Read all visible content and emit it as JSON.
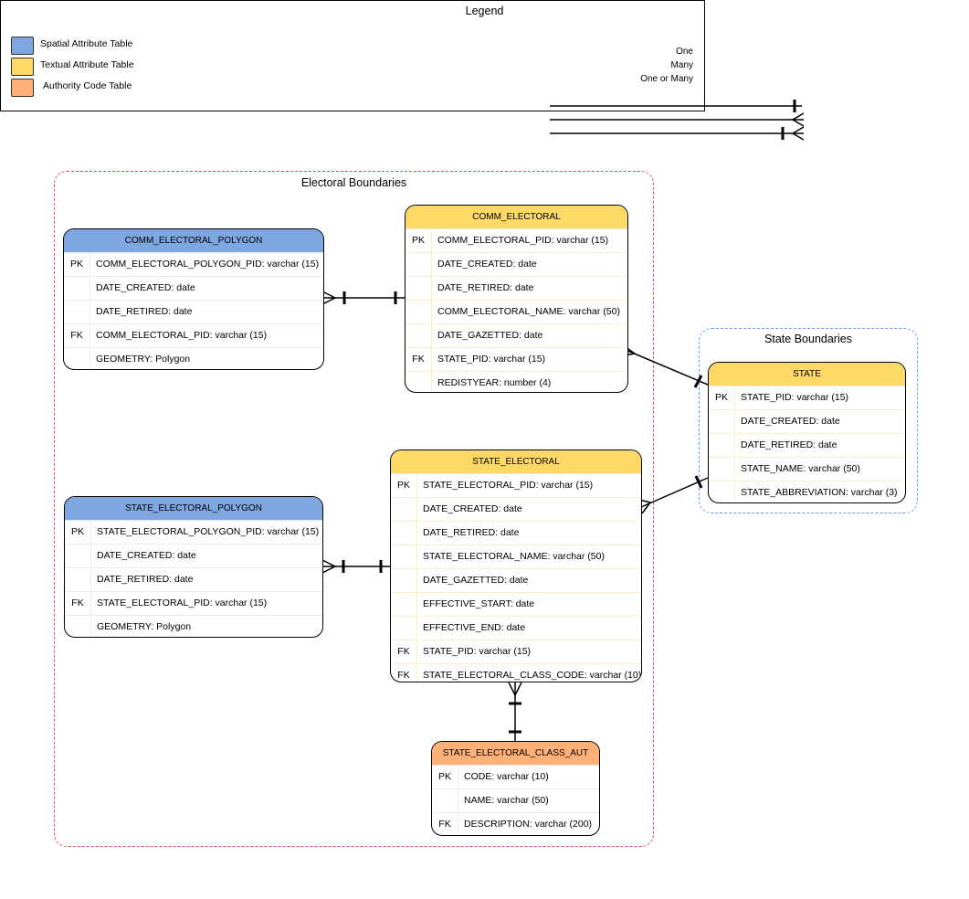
{
  "legend": {
    "title": "Legend",
    "items": [
      {
        "label": "Spatial Attribute Table",
        "color": "#7ea6e0"
      },
      {
        "label": "Textual Attribute Table",
        "color": "#ffd966"
      },
      {
        "label": "Authority Code Table",
        "color": "#ffb077"
      }
    ],
    "relationships": {
      "one": "One",
      "many": "Many",
      "one_or_many": "One or Many"
    }
  },
  "clusters": {
    "electoral": {
      "title": "Electoral Boundaries",
      "border_color": "#e05252"
    },
    "state": {
      "title": "State Boundaries",
      "border_color": "#6d9eeb"
    }
  },
  "entities": {
    "comm_electoral_polygon": {
      "name": "COMM_ELECTORAL_POLYGON",
      "rows": [
        {
          "key": "PK",
          "text": "COMM_ELECTORAL_POLYGON_PID: varchar (15)"
        },
        {
          "key": "",
          "text": "DATE_CREATED: date"
        },
        {
          "key": "",
          "text": "DATE_RETIRED: date"
        },
        {
          "key": "FK",
          "text": "COMM_ELECTORAL_PID: varchar (15)"
        },
        {
          "key": "",
          "text": "GEOMETRY: Polygon"
        }
      ]
    },
    "comm_electoral": {
      "name": "COMM_ELECTORAL",
      "rows": [
        {
          "key": "PK",
          "text": "COMM_ELECTORAL_PID: varchar (15)"
        },
        {
          "key": "",
          "text": "DATE_CREATED: date"
        },
        {
          "key": "",
          "text": "DATE_RETIRED: date"
        },
        {
          "key": "",
          "text": "COMM_ELECTORAL_NAME: varchar (50)"
        },
        {
          "key": "",
          "text": "DATE_GAZETTED: date"
        },
        {
          "key": "FK",
          "text": "STATE_PID: varchar (15)"
        },
        {
          "key": "",
          "text": "REDISTYEAR: number (4)"
        }
      ]
    },
    "state": {
      "name": "STATE",
      "rows": [
        {
          "key": "PK",
          "text": "STATE_PID: varchar (15)"
        },
        {
          "key": "",
          "text": "DATE_CREATED: date"
        },
        {
          "key": "",
          "text": "DATE_RETIRED: date"
        },
        {
          "key": "",
          "text": "STATE_NAME: varchar (50)"
        },
        {
          "key": "",
          "text": "STATE_ABBREVIATION: varchar (3)"
        }
      ]
    },
    "state_electoral_polygon": {
      "name": "STATE_ELECTORAL_POLYGON",
      "rows": [
        {
          "key": "PK",
          "text": "STATE_ELECTORAL_POLYGON_PID: varchar (15)"
        },
        {
          "key": "",
          "text": "DATE_CREATED: date"
        },
        {
          "key": "",
          "text": "DATE_RETIRED: date"
        },
        {
          "key": "FK",
          "text": "STATE_ELECTORAL_PID: varchar (15)"
        },
        {
          "key": "",
          "text": "GEOMETRY: Polygon"
        }
      ]
    },
    "state_electoral": {
      "name": "STATE_ELECTORAL",
      "rows": [
        {
          "key": "PK",
          "text": "STATE_ELECTORAL_PID: varchar (15)"
        },
        {
          "key": "",
          "text": "DATE_CREATED: date"
        },
        {
          "key": "",
          "text": "DATE_RETIRED: date"
        },
        {
          "key": "",
          "text": "STATE_ELECTORAL_NAME: varchar (50)"
        },
        {
          "key": "",
          "text": "DATE_GAZETTED: date"
        },
        {
          "key": "",
          "text": "EFFECTIVE_START: date"
        },
        {
          "key": "",
          "text": "EFFECTIVE_END: date"
        },
        {
          "key": "FK",
          "text": "STATE_PID: varchar (15)"
        },
        {
          "key": "FK",
          "text": "STATE_ELECTORAL_CLASS_CODE: varchar (10)"
        }
      ]
    },
    "state_electoral_class_aut": {
      "name": "STATE_ELECTORAL_CLASS_AUT",
      "rows": [
        {
          "key": "PK",
          "text": "CODE: varchar (10)"
        },
        {
          "key": "",
          "text": "NAME: varchar (50)"
        },
        {
          "key": "FK",
          "text": "DESCRIPTION: varchar (200)"
        }
      ]
    }
  }
}
